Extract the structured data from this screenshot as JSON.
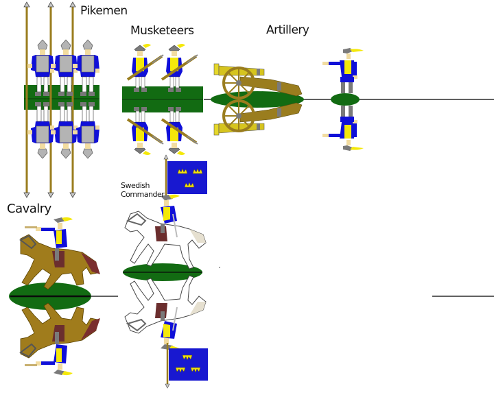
{
  "labels": {
    "pikemen": "Pikemen",
    "musketeers": "Musketeers",
    "artillery": "Artillery",
    "cavalry": "Cavalry",
    "commander_line1": "Swedish",
    "commander_line2": "Commander"
  },
  "colors": {
    "base_green": "#126b12",
    "coat_blue": "#1010d8",
    "vest_yellow": "#f4e80a",
    "armor_grey": "#b4b4b4",
    "boot_grey": "#7a7a7a",
    "wood": "#9a7d1e",
    "horse_brown": "#a07c1c",
    "flag_blue": "#1818d0",
    "crown_yellow": "#f0e010",
    "line": "#000000"
  }
}
